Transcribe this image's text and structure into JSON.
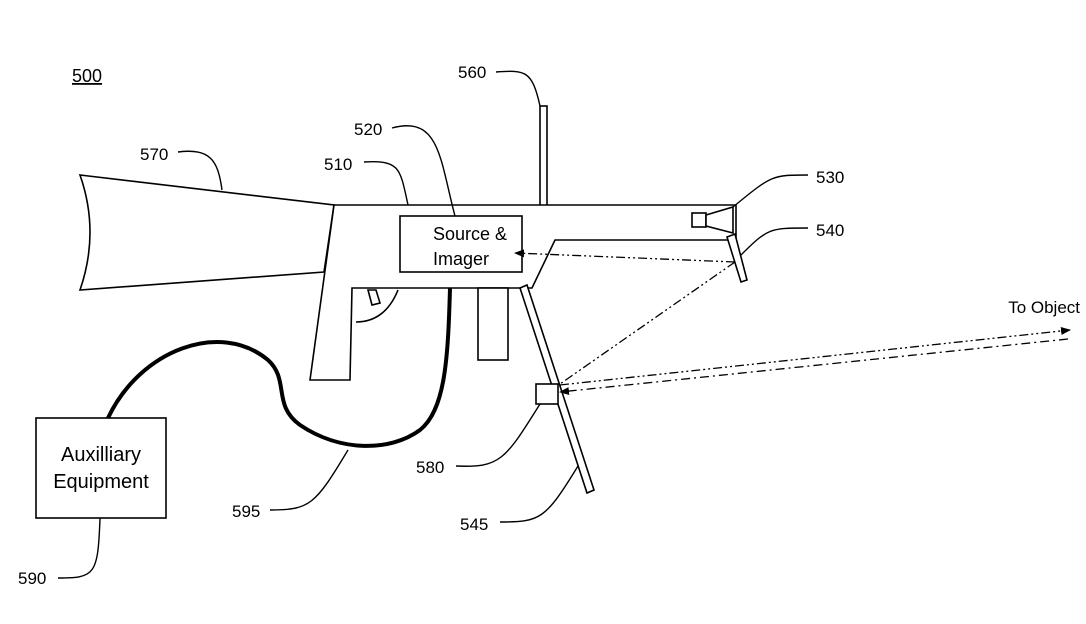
{
  "figure_label": "500",
  "labels": {
    "ref_510": "510",
    "ref_520": "520",
    "ref_530": "530",
    "ref_540": "540",
    "ref_545": "545",
    "ref_560": "560",
    "ref_570": "570",
    "ref_580": "580",
    "ref_590": "590",
    "ref_595": "595"
  },
  "source_box": {
    "line1": "Source &",
    "line2": "Imager"
  },
  "aux_box": {
    "line1": "Auxilliary",
    "line2": "Equipment"
  },
  "to_object": "To Object"
}
